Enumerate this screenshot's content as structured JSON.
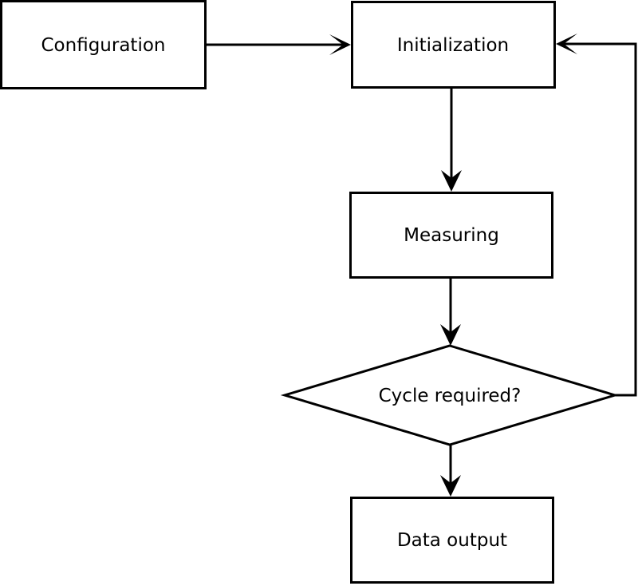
{
  "diagram": {
    "type": "flowchart",
    "background_color": "#ffffff",
    "line_color": "#000000",
    "nodes": {
      "configuration": {
        "label": "Configuration",
        "shape": "rectangle"
      },
      "initialization": {
        "label": "Initialization",
        "shape": "rectangle"
      },
      "measuring": {
        "label": "Measuring",
        "shape": "rectangle"
      },
      "cycle_required": {
        "label": "Cycle required?",
        "shape": "diamond"
      },
      "data_output": {
        "label": "Data output",
        "shape": "rectangle"
      }
    },
    "edges": [
      {
        "from": "configuration",
        "to": "initialization"
      },
      {
        "from": "initialization",
        "to": "measuring"
      },
      {
        "from": "measuring",
        "to": "cycle_required"
      },
      {
        "from": "cycle_required",
        "to": "data_output"
      },
      {
        "from": "cycle_required",
        "to": "initialization",
        "note": "feedback-loop"
      }
    ]
  }
}
